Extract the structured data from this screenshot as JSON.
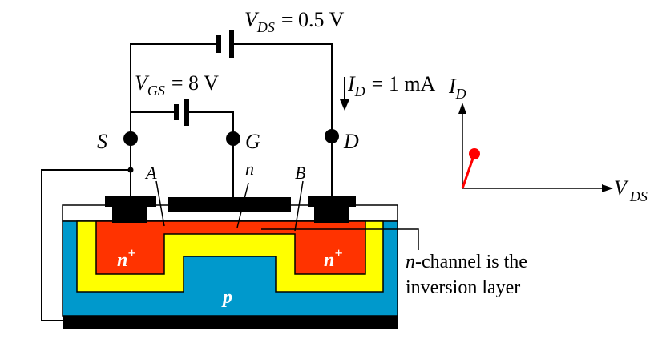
{
  "circuit": {
    "vds": {
      "symbol": "V",
      "sub": "DS",
      "value": "= 0.5 V"
    },
    "vgs": {
      "symbol": "V",
      "sub": "GS",
      "value": "= 8 V"
    },
    "id": {
      "symbol": "I",
      "sub": "D",
      "value": "= 1 mA"
    },
    "terminals": {
      "source": "S",
      "gate": "G",
      "drain": "D"
    }
  },
  "device": {
    "point_a": "A",
    "point_b": "B",
    "channel_type": "n",
    "source_region": {
      "base": "n",
      "sup": "+"
    },
    "drain_region": {
      "base": "n",
      "sup": "+"
    },
    "substrate": "p",
    "callout": {
      "line1_italic": "n",
      "line1_rest": "-channel is the",
      "line2": "inversion layer"
    }
  },
  "iv_plot": {
    "y_axis": {
      "symbol": "I",
      "sub": "D"
    },
    "x_axis": {
      "symbol": "V",
      "sub": "DS"
    }
  },
  "colors": {
    "substrate": "#0099cc",
    "depletion": "#ffff00",
    "n_plus": "#ff3300",
    "oxide": "#ffffff",
    "metal": "#000000",
    "operating_point": "#ff0000"
  }
}
